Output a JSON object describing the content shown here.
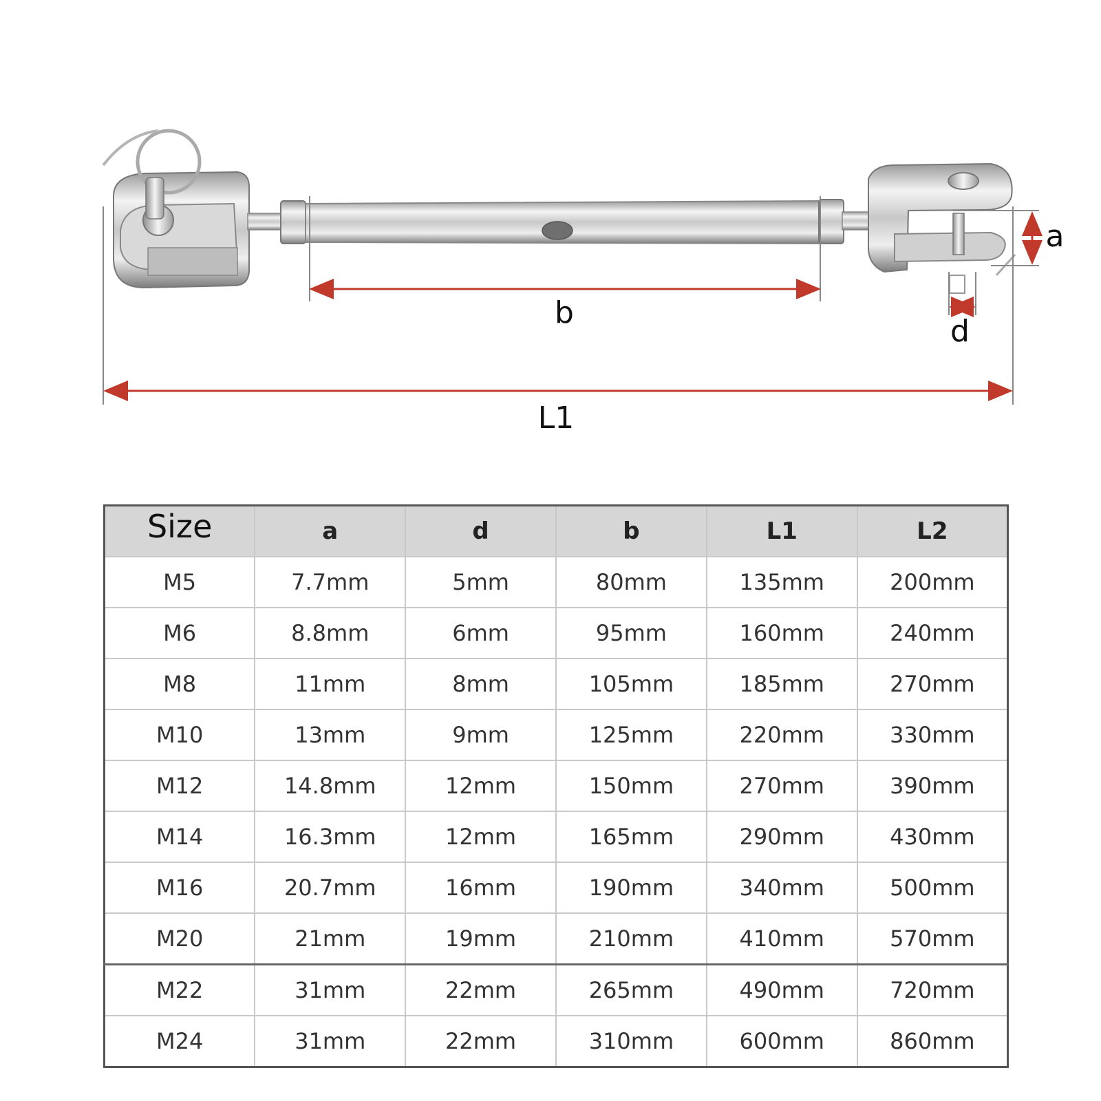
{
  "diagram": {
    "labels": {
      "b": "b",
      "d": "d",
      "a": "a",
      "L1": "L1"
    },
    "colors": {
      "dimension_line": "#c0392b",
      "metal_light": "#f2f2f2",
      "metal_dark": "#8a8a8a"
    }
  },
  "table": {
    "headers": [
      "Size",
      "a",
      "d",
      "b",
      "L1",
      "L2"
    ],
    "rows": [
      [
        "M5",
        "7.7mm",
        "5mm",
        "80mm",
        "135mm",
        "200mm"
      ],
      [
        "M6",
        "8.8mm",
        "6mm",
        "95mm",
        "160mm",
        "240mm"
      ],
      [
        "M8",
        "11mm",
        "8mm",
        "105mm",
        "185mm",
        "270mm"
      ],
      [
        "M10",
        "13mm",
        "9mm",
        "125mm",
        "220mm",
        "330mm"
      ],
      [
        "M12",
        "14.8mm",
        "12mm",
        "150mm",
        "270mm",
        "390mm"
      ],
      [
        "M14",
        "16.3mm",
        "12mm",
        "165mm",
        "290mm",
        "430mm"
      ],
      [
        "M16",
        "20.7mm",
        "16mm",
        "190mm",
        "340mm",
        "500mm"
      ],
      [
        "M20",
        "21mm",
        "19mm",
        "210mm",
        "410mm",
        "570mm"
      ],
      [
        "M22",
        "31mm",
        "22mm",
        "265mm",
        "490mm",
        "720mm"
      ],
      [
        "M24",
        "31mm",
        "22mm",
        "310mm",
        "600mm",
        "860mm"
      ]
    ]
  }
}
